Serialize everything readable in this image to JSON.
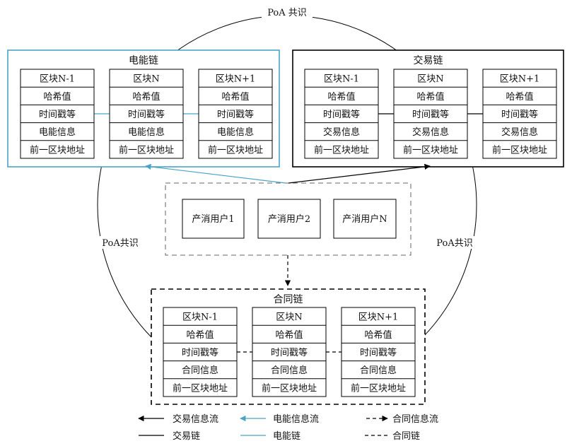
{
  "consensus": {
    "top": "PoA 共识",
    "left": "PoA共识",
    "right": "PoA共识"
  },
  "chains": {
    "energy": {
      "title": "电能链",
      "color": "#4aa3c8",
      "blocks": [
        {
          "cells": [
            "区块N-1",
            "哈希值",
            "时间戳等",
            "电能信息",
            "前一区块地址"
          ]
        },
        {
          "cells": [
            "区块N",
            "哈希值",
            "时间戳等",
            "电能信息",
            "前一区块地址"
          ]
        },
        {
          "cells": [
            "区块N+1",
            "哈希值",
            "时间戳等",
            "电能信息",
            "前一区块地址"
          ]
        }
      ]
    },
    "trade": {
      "title": "交易链",
      "color": "#000000",
      "blocks": [
        {
          "cells": [
            "区块N-1",
            "哈希值",
            "时间戳等",
            "交易信息",
            "前一区块地址"
          ]
        },
        {
          "cells": [
            "区块N",
            "哈希值",
            "时间戳等",
            "交易信息",
            "前一区块地址"
          ]
        },
        {
          "cells": [
            "区块N+1",
            "哈希值",
            "时间戳等",
            "交易信息",
            "前一区块地址"
          ]
        }
      ]
    },
    "contract": {
      "title": "合同链",
      "color": "#000000",
      "blocks": [
        {
          "cells": [
            "区块N-1",
            "哈希值",
            "时间戳等",
            "合同信息",
            "前一区块地址"
          ]
        },
        {
          "cells": [
            "区块N",
            "哈希值",
            "时间戳等",
            "合同信息",
            "前一区块地址"
          ]
        },
        {
          "cells": [
            "区块N+1",
            "哈希值",
            "时间戳等",
            "合同信息",
            "前一区块地址"
          ]
        }
      ]
    }
  },
  "users": [
    "产消用户1",
    "产消用户2",
    "产消用户N"
  ],
  "legend": {
    "trade_flow": "交易信息流",
    "energy_flow": "电能信息流",
    "contract_flow": "合同信息流",
    "trade_chain": "交易链",
    "energy_chain": "电能链",
    "contract_chain": "合同链"
  }
}
